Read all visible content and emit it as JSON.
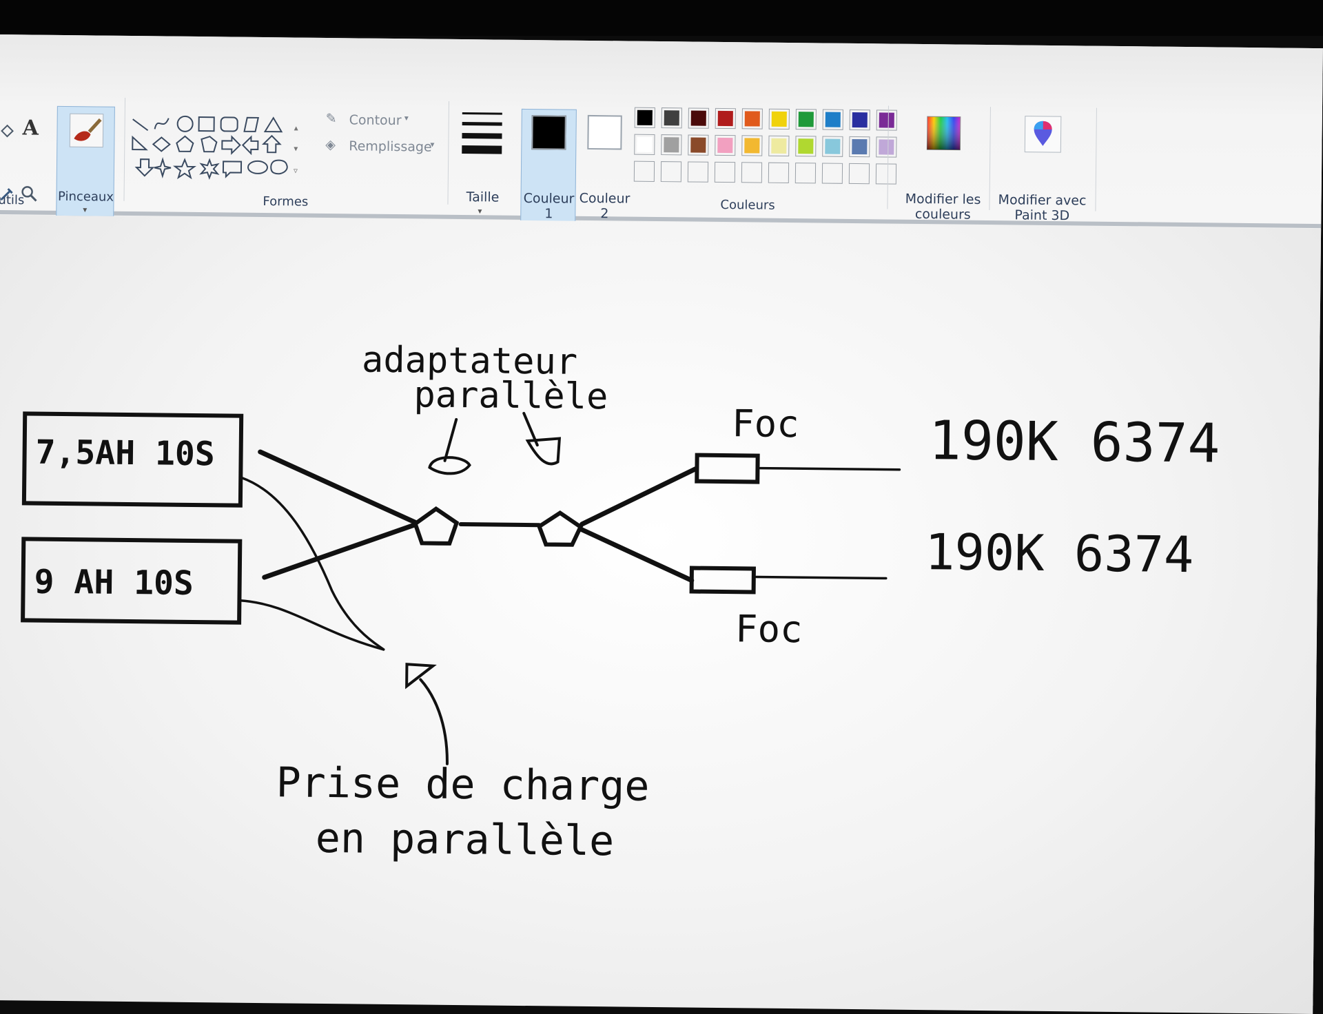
{
  "ribbon": {
    "tools_label": "utils",
    "brushes_label": "Pinceaux",
    "shapes_label": "Formes",
    "outline_label": "Contour",
    "fill_label": "Remplissage",
    "size_label": "Taille",
    "color1_label": "Couleur 1",
    "color2_label": "Couleur 2",
    "colors_label": "Couleurs",
    "edit_colors_label": "Modifier les couleurs",
    "paint3d_label": "Modifier avec Paint 3D",
    "color1_value": "#000000",
    "color2_value": "#ffffff",
    "palette_row1": [
      "#000000",
      "#3f3f3f",
      "#4a0a0a",
      "#b01c1c",
      "#e05a1c",
      "#f0d20c",
      "#1f9a3a",
      "#1e7ec8",
      "#2a2fa0",
      "#7a2a96"
    ],
    "palette_row2": [
      "#ffffff",
      "#a0a0a0",
      "#8a4a2a",
      "#f2a0c0",
      "#f2b830",
      "#eeeaa0",
      "#b0d830",
      "#88c8dc",
      "#5a7ab0",
      "#c0a8d8"
    ]
  },
  "drawing": {
    "adapter_label_line1": "adaptateur",
    "adapter_label_line2": "parallèle",
    "battery1_label": "7,5AH 10S",
    "battery2_label": "9 AH 10S",
    "xt_top_label": "Foc",
    "xt_bottom_label": "Foc",
    "code_top": "190K 6374",
    "code_bottom": "190K 6374",
    "charge_label_line1": "Prise de charge",
    "charge_label_line2": "en parallèle"
  }
}
